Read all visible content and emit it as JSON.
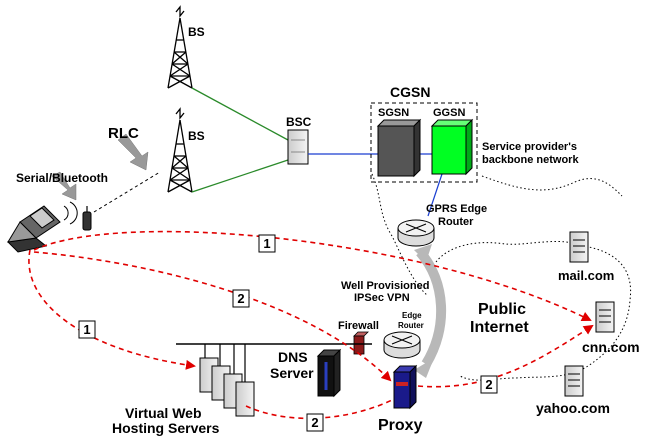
{
  "labels": {
    "bs_top": "BS",
    "bs_mid": "BS",
    "rlc": "RLC",
    "serial": "Serial/Bluetooth",
    "bsc": "BSC",
    "cgsn": "CGSN",
    "sgsn": "SGSN",
    "ggsn": "GGSN",
    "backbone_line1": "Service provider's",
    "backbone_line2": "backbone network",
    "gprs_line1": "GPRS Edge",
    "gprs_line2": "Router",
    "vpn_line1": "Well Provisioned",
    "vpn_line2": "IPSec VPN",
    "public_line1": "Public",
    "public_line2": "Internet",
    "firewall": "Firewall",
    "edge_line1": "Edge",
    "edge_line2": "Router",
    "dns_line1": "DNS",
    "dns_line2": "Server",
    "vweb_line1": "Virtual Web",
    "vweb_line2": "Hosting Servers",
    "proxy": "Proxy",
    "mail": "mail.com",
    "cnn": "cnn.com",
    "yahoo": "yahoo.com"
  },
  "path_labels": {
    "p1_top": "1",
    "p1_left": "1",
    "p2_mid": "2",
    "p2_bottom": "2",
    "p2_right": "2"
  },
  "colors": {
    "path": "#e00000",
    "wireless_link": "#2a8a2a",
    "wired_link": "#1a3fd0",
    "ggsn": "#00ff22",
    "sgsn": "#555555",
    "proxy": "#1a1a8a",
    "vpn_arrow": "#b8b8b8"
  }
}
